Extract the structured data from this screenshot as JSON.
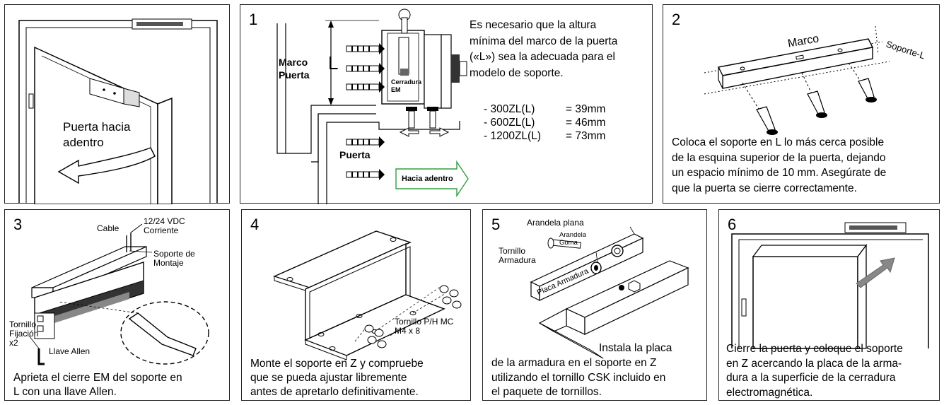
{
  "panels": {
    "p0": {
      "label_door_in": "Puerta hacia\nadentro"
    },
    "p1": {
      "number": "1",
      "marco_puerta": "Marco\nPuerta",
      "l_mark": "L",
      "cerradura": "Cerradura\nEM",
      "puerta": "Puerta",
      "hacia_adentro": "Hacia adentro",
      "description": "Es necesario que la altura\nmínima del marco de la puerta\n(«L») sea la adecuada para el\nmodelo de soporte.",
      "specs": [
        {
          "model": "- 300ZL(L)",
          "value": "= 39mm"
        },
        {
          "model": "- 600ZL(L)",
          "value": "= 46mm"
        },
        {
          "model": "- 1200ZL(L)",
          "value": "= 73mm"
        }
      ]
    },
    "p2": {
      "number": "2",
      "marco": "Marco",
      "soporte_l": "Soporte-L",
      "description": "Coloca el soporte en L lo más cerca posible\nde la esquina superior de la puerta, dejando\nun espacio mínimo de 10 mm. Asegúrate de\nque la puerta se cierre correctamente."
    },
    "p3": {
      "number": "3",
      "cable": "Cable",
      "power": "12/24 VDC\nCorriente",
      "soporte_montaje": "Soporte de\nMontaje",
      "tornillo_fijacion": "Tornillo\nFijación\nx2",
      "llave_allen": "Llave Allen",
      "description": "Aprieta el cierre EM del soporte en\nL con una llave Allen."
    },
    "p4": {
      "number": "4",
      "tornillo": "Tornillo P/H MC\nM4 x 8",
      "description": "Monte el soporte en Z y compruebe\nque se pueda ajustar libremente\nantes de apretarlo definitivamente."
    },
    "p5": {
      "number": "5",
      "arandela_plana": "Arandela plana",
      "arandela_goma": "Arandela\nGoma",
      "tornillo_armadura": "Tornillo\nArmadura",
      "placa_armadura": "Placa Armadura",
      "description_first": "Instala la placa",
      "description": "de la armadura en el soporte en Z\nutilizando el tornillo CSK incluido en\nel paquete de tornillos."
    },
    "p6": {
      "number": "6",
      "description": "Cierre la puerta y coloque el soporte\nen Z acercando la placa de la arma-\ndura a la superficie de la cerradura\nelectromagnética."
    }
  }
}
